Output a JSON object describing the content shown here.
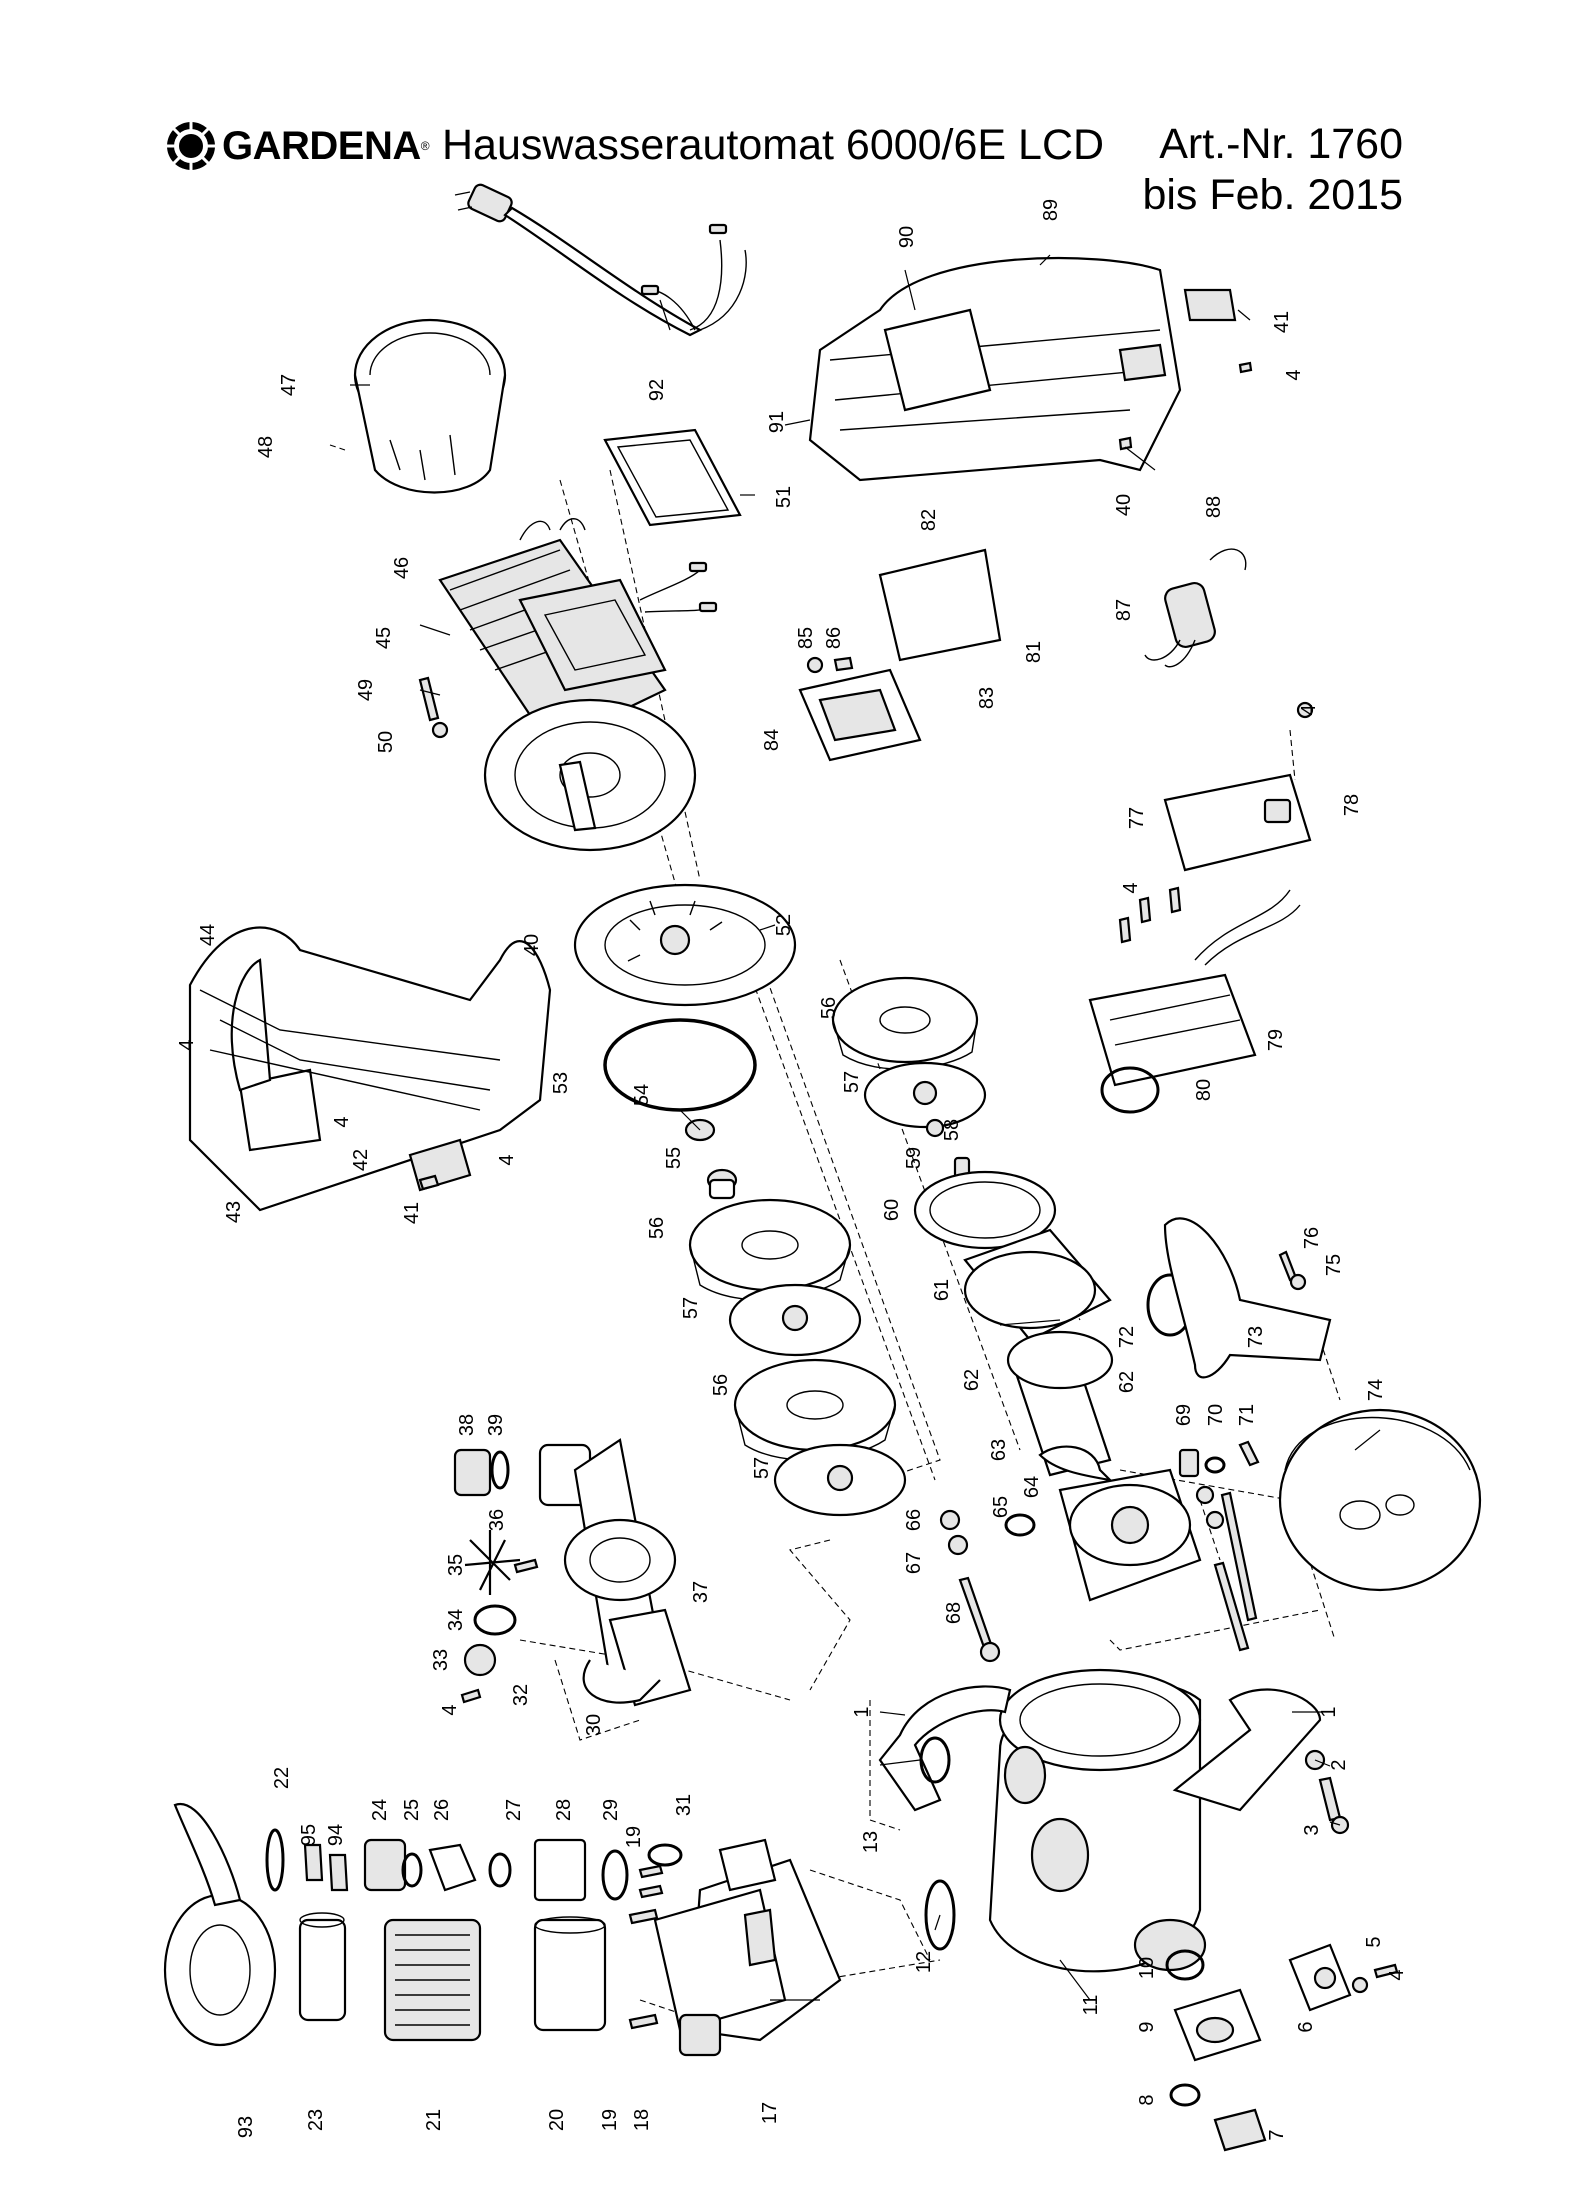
{
  "header": {
    "brand": "GARDENA",
    "brand_mark": "®",
    "title": "Hauswasserautomat 6000/6E LCD",
    "article_number": "Art.-Nr. 1760",
    "validity": "bis Feb. 2015"
  },
  "icons": {
    "brand_logo": "gardena-sun-logo-icon"
  },
  "parts": [
    {
      "id": "1",
      "text": "1"
    },
    {
      "id": "1b",
      "text": "1"
    },
    {
      "id": "2",
      "text": "2"
    },
    {
      "id": "3",
      "text": "3"
    },
    {
      "id": "4a",
      "text": "4"
    },
    {
      "id": "4b",
      "text": "4"
    },
    {
      "id": "4c",
      "text": "4"
    },
    {
      "id": "4d",
      "text": "4"
    },
    {
      "id": "4e",
      "text": "4"
    },
    {
      "id": "4f",
      "text": "4"
    },
    {
      "id": "4g",
      "text": "4"
    },
    {
      "id": "4h",
      "text": "4"
    },
    {
      "id": "5",
      "text": "5"
    },
    {
      "id": "6",
      "text": "6"
    },
    {
      "id": "7",
      "text": "7"
    },
    {
      "id": "8",
      "text": "8"
    },
    {
      "id": "9",
      "text": "9"
    },
    {
      "id": "10",
      "text": "10"
    },
    {
      "id": "11",
      "text": "11"
    },
    {
      "id": "12",
      "text": "12"
    },
    {
      "id": "13",
      "text": "13"
    },
    {
      "id": "17",
      "text": "17"
    },
    {
      "id": "18",
      "text": "18"
    },
    {
      "id": "19a",
      "text": "19"
    },
    {
      "id": "19b",
      "text": "19"
    },
    {
      "id": "20",
      "text": "20"
    },
    {
      "id": "21",
      "text": "21"
    },
    {
      "id": "22",
      "text": "22"
    },
    {
      "id": "23",
      "text": "23"
    },
    {
      "id": "24",
      "text": "24"
    },
    {
      "id": "25",
      "text": "25"
    },
    {
      "id": "26",
      "text": "26"
    },
    {
      "id": "27",
      "text": "27"
    },
    {
      "id": "28",
      "text": "28"
    },
    {
      "id": "29",
      "text": "29"
    },
    {
      "id": "30",
      "text": "30"
    },
    {
      "id": "31",
      "text": "31"
    },
    {
      "id": "32",
      "text": "32"
    },
    {
      "id": "33",
      "text": "33"
    },
    {
      "id": "34",
      "text": "34"
    },
    {
      "id": "35",
      "text": "35"
    },
    {
      "id": "36",
      "text": "36"
    },
    {
      "id": "37",
      "text": "37"
    },
    {
      "id": "38",
      "text": "38"
    },
    {
      "id": "39",
      "text": "39"
    },
    {
      "id": "40a",
      "text": "40"
    },
    {
      "id": "40b",
      "text": "40"
    },
    {
      "id": "41a",
      "text": "41"
    },
    {
      "id": "41b",
      "text": "41"
    },
    {
      "id": "42",
      "text": "42"
    },
    {
      "id": "43",
      "text": "43"
    },
    {
      "id": "44",
      "text": "44"
    },
    {
      "id": "45",
      "text": "45"
    },
    {
      "id": "46",
      "text": "46"
    },
    {
      "id": "47",
      "text": "47"
    },
    {
      "id": "48",
      "text": "48"
    },
    {
      "id": "49",
      "text": "49"
    },
    {
      "id": "50",
      "text": "50"
    },
    {
      "id": "51",
      "text": "51"
    },
    {
      "id": "52",
      "text": "52"
    },
    {
      "id": "53",
      "text": "53"
    },
    {
      "id": "54",
      "text": "54"
    },
    {
      "id": "55",
      "text": "55"
    },
    {
      "id": "56a",
      "text": "56"
    },
    {
      "id": "56b",
      "text": "56"
    },
    {
      "id": "56c",
      "text": "56"
    },
    {
      "id": "57a",
      "text": "57"
    },
    {
      "id": "57b",
      "text": "57"
    },
    {
      "id": "57c",
      "text": "57"
    },
    {
      "id": "58",
      "text": "58"
    },
    {
      "id": "59",
      "text": "59"
    },
    {
      "id": "60",
      "text": "60"
    },
    {
      "id": "61",
      "text": "61"
    },
    {
      "id": "62a",
      "text": "62"
    },
    {
      "id": "62b",
      "text": "62"
    },
    {
      "id": "63",
      "text": "63"
    },
    {
      "id": "64",
      "text": "64"
    },
    {
      "id": "65",
      "text": "65"
    },
    {
      "id": "66",
      "text": "66"
    },
    {
      "id": "67",
      "text": "67"
    },
    {
      "id": "68",
      "text": "68"
    },
    {
      "id": "69",
      "text": "69"
    },
    {
      "id": "70",
      "text": "70"
    },
    {
      "id": "71",
      "text": "71"
    },
    {
      "id": "72",
      "text": "72"
    },
    {
      "id": "73",
      "text": "73"
    },
    {
      "id": "74",
      "text": "74"
    },
    {
      "id": "75",
      "text": "75"
    },
    {
      "id": "76",
      "text": "76"
    },
    {
      "id": "77",
      "text": "77"
    },
    {
      "id": "78",
      "text": "78"
    },
    {
      "id": "79",
      "text": "79"
    },
    {
      "id": "80",
      "text": "80"
    },
    {
      "id": "81",
      "text": "81"
    },
    {
      "id": "82",
      "text": "82"
    },
    {
      "id": "83",
      "text": "83"
    },
    {
      "id": "84",
      "text": "84"
    },
    {
      "id": "85",
      "text": "85"
    },
    {
      "id": "86",
      "text": "86"
    },
    {
      "id": "87",
      "text": "87"
    },
    {
      "id": "88",
      "text": "88"
    },
    {
      "id": "89",
      "text": "89"
    },
    {
      "id": "90",
      "text": "90"
    },
    {
      "id": "91",
      "text": "91"
    },
    {
      "id": "92",
      "text": "92"
    },
    {
      "id": "93",
      "text": "93"
    },
    {
      "id": "94",
      "text": "94"
    },
    {
      "id": "95",
      "text": "95"
    }
  ]
}
